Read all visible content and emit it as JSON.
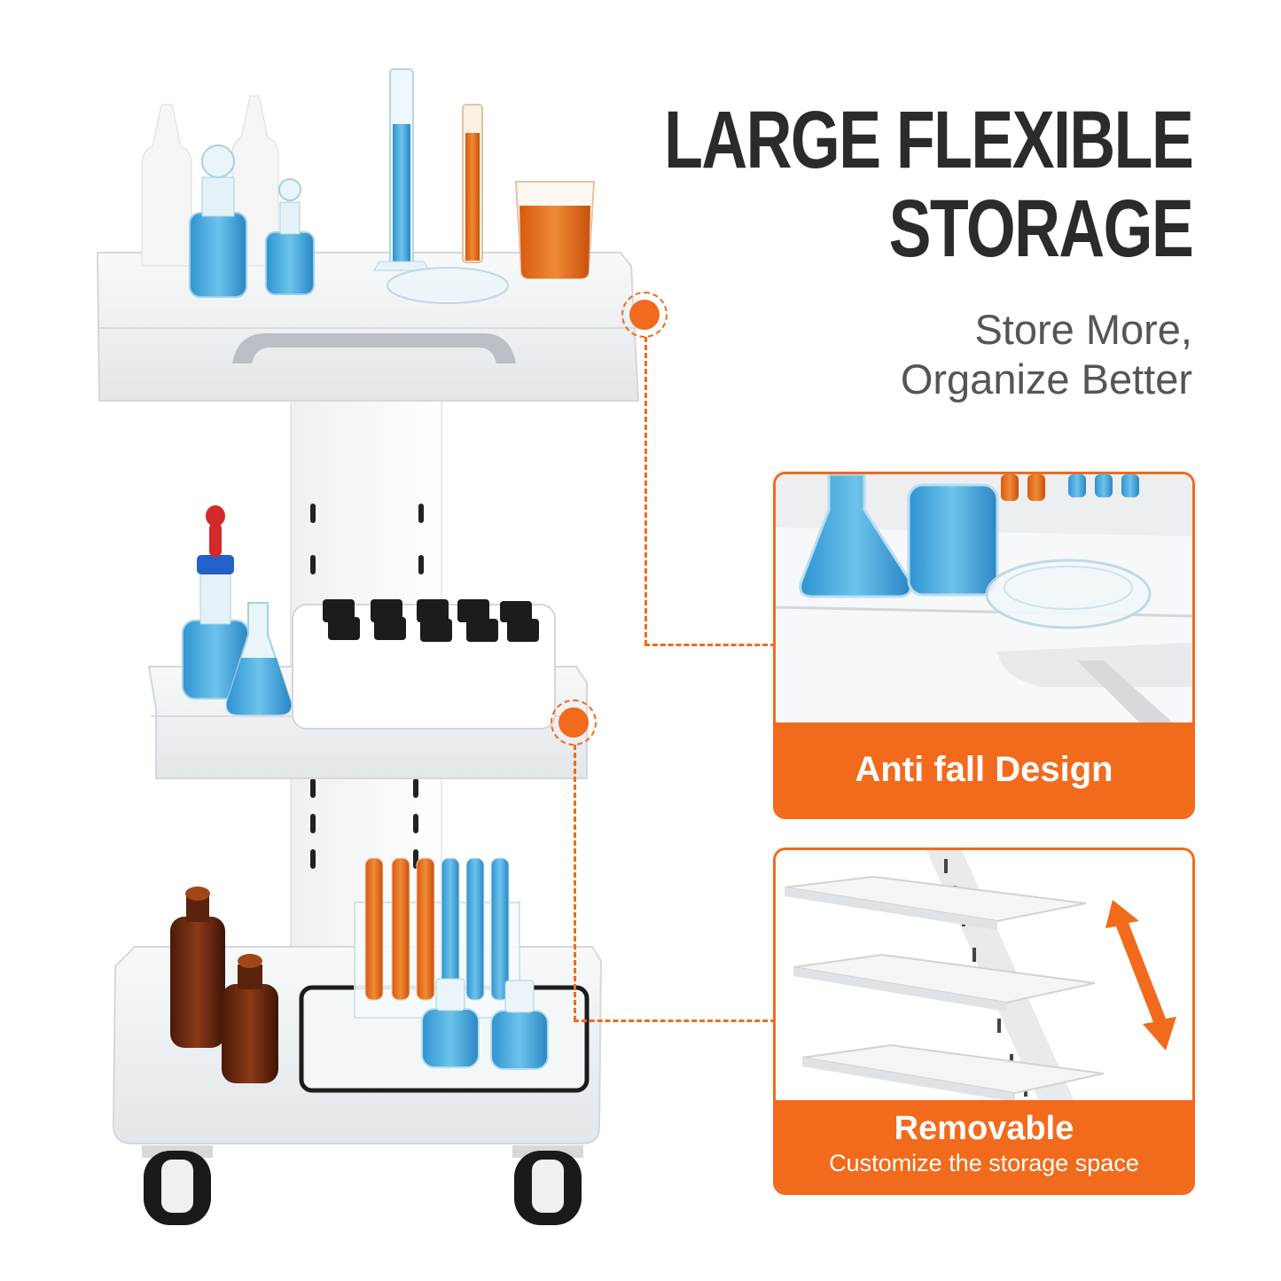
{
  "headline": {
    "line1": "LARGE FLEXIBLE",
    "line2": "STORAGE"
  },
  "subheadline": {
    "line1": "Store More,",
    "line2": "Organize Better"
  },
  "feature_cards": [
    {
      "title": "Anti fall Design"
    },
    {
      "title": "Removable",
      "subtitle": "Customize the storage space"
    }
  ],
  "colors": {
    "accent": "#f26a1b",
    "headline": "#2b2b2b",
    "subheadline": "#555555",
    "liquid_blue": "#3ba6dc",
    "liquid_orange": "#e86a1a",
    "amber_glass": "#6b2a12"
  }
}
